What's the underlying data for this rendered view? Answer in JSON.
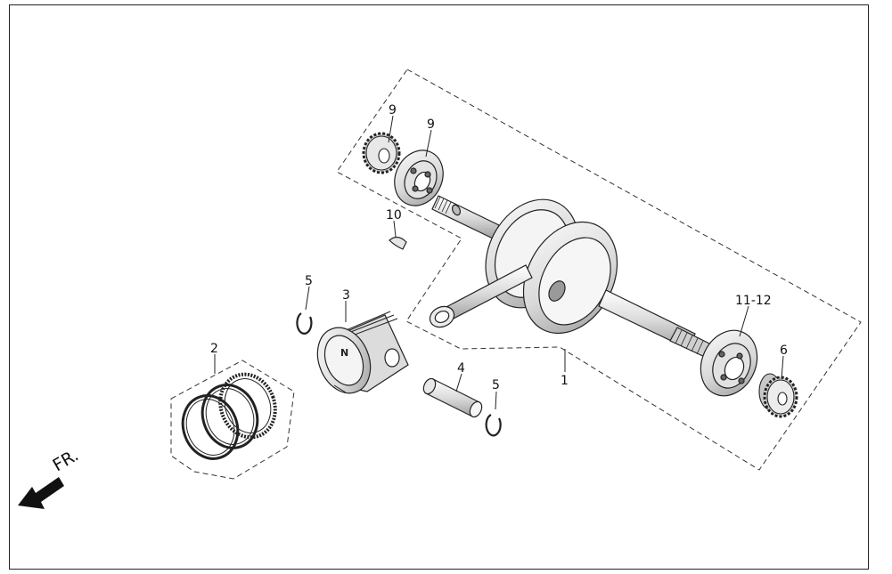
{
  "callouts": {
    "c1": "1",
    "c2": "2",
    "c3": "3",
    "c4": "4",
    "c5a": "5",
    "c5b": "5",
    "c6": "6",
    "c9a": "9",
    "c9b": "9",
    "c10": "10",
    "c11_12": "11-12"
  },
  "direction_label": "FR.",
  "piston_marking": "N",
  "colors": {
    "stroke": "#222222",
    "fill_light": "#f2f2f2",
    "fill_mid": "#d6d6d6",
    "fill_dark": "#8a8a8a"
  }
}
